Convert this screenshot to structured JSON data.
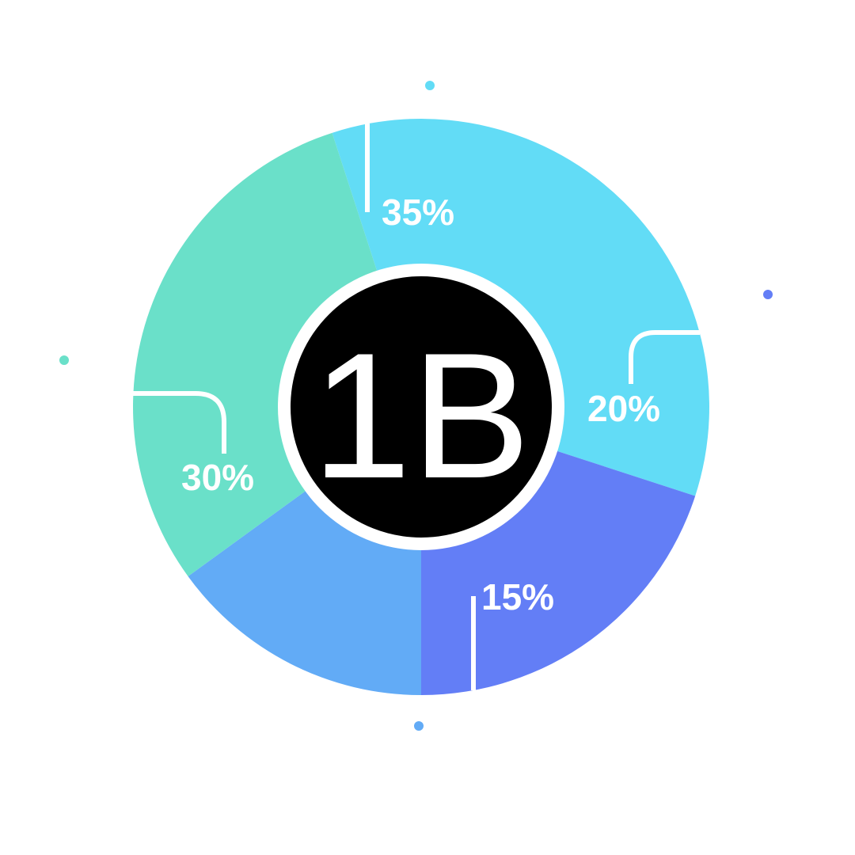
{
  "chart_data": {
    "type": "pie",
    "variant": "donut",
    "center_label": "1B",
    "slices": [
      {
        "label": "35%",
        "value": 35,
        "color": "#62dcf6"
      },
      {
        "label": "20%",
        "value": 20,
        "color": "#637ef6"
      },
      {
        "label": "15%",
        "value": 15,
        "color": "#62abf6"
      },
      {
        "label": "30%",
        "value": 30,
        "color": "#6ae0c9"
      }
    ],
    "start_angle_deg": -108,
    "direction": "clockwise",
    "center_color": "#000000",
    "legend": "none",
    "grid": false
  }
}
